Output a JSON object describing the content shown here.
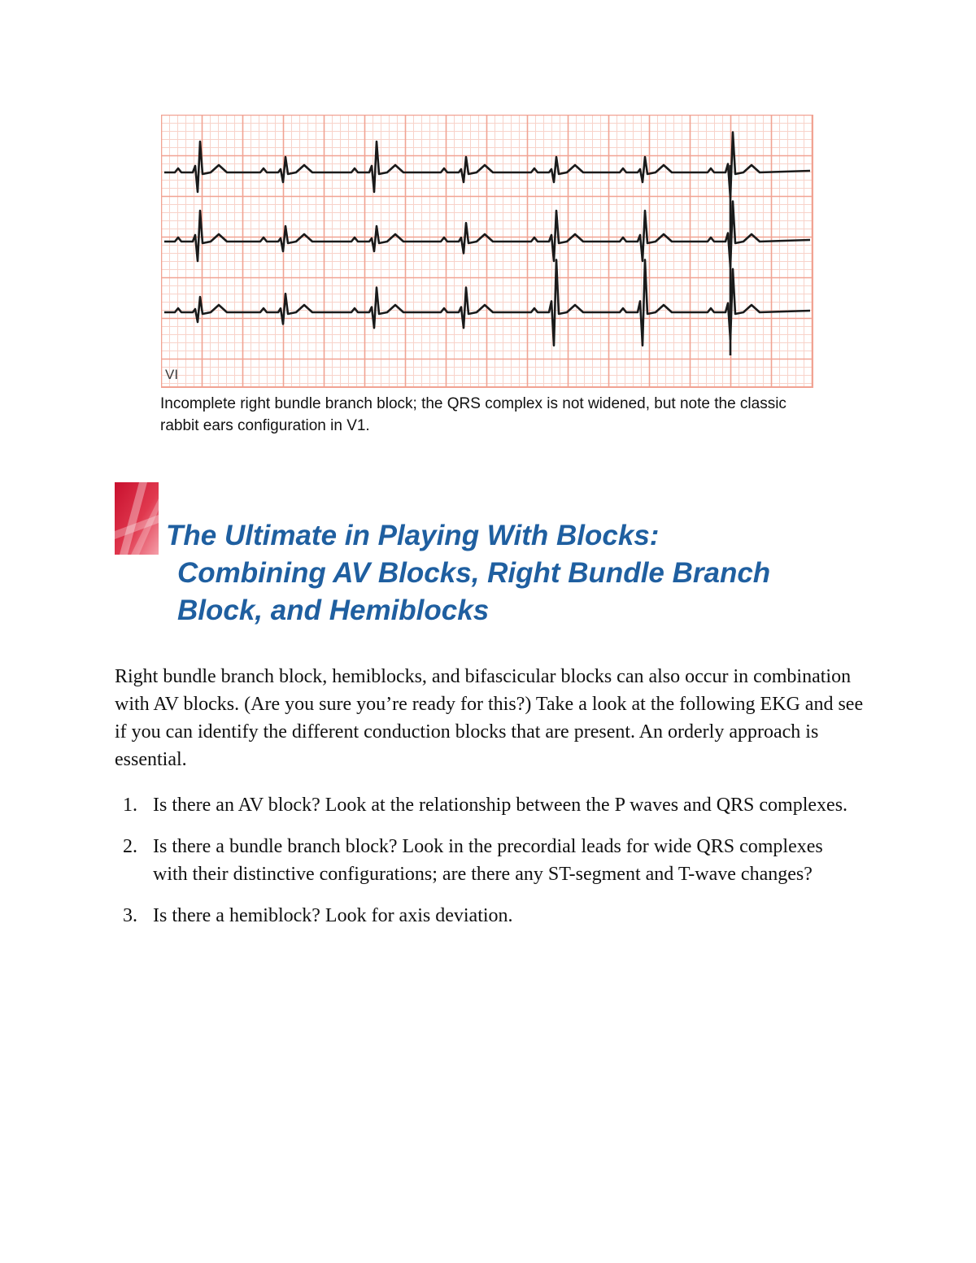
{
  "figure": {
    "lead_label": "VI",
    "caption": "Incomplete right bundle branch block; the QRS complex is not widened, but note the classic rabbit ears configuration in V1.",
    "colors": {
      "grid_major": "#f1a393",
      "grid_minor": "#f8d3ca",
      "trace": "#1a1a1a"
    }
  },
  "section": {
    "logo_icon": "red-chevron-section-icon",
    "title_lines": [
      "The Ultimate in Playing With Blocks:",
      "Combining AV Blocks, Right Bundle Branch",
      "Block, and Hemiblocks"
    ],
    "title_color": "#1f5fa0"
  },
  "intro_paragraph": "Right bundle branch block, hemiblocks, and bifascicular blocks can also occur in combination with AV blocks. (Are you sure you’re ready for this?) Take a look at the following EKG and see if you can identify the different conduction blocks that are present. An orderly approach is essential.",
  "steps": [
    {
      "number": "1.",
      "text": "Is there an AV block? Look at the relationship between the P waves and QRS complexes."
    },
    {
      "number": "2.",
      "text": "Is there a bundle branch block? Look in the precordial leads for wide QRS complexes with their distinctive configurations; are there any ST-segment and T-wave changes?"
    },
    {
      "number": "3.",
      "text": "Is there a hemiblock? Look for axis deviation."
    }
  ]
}
